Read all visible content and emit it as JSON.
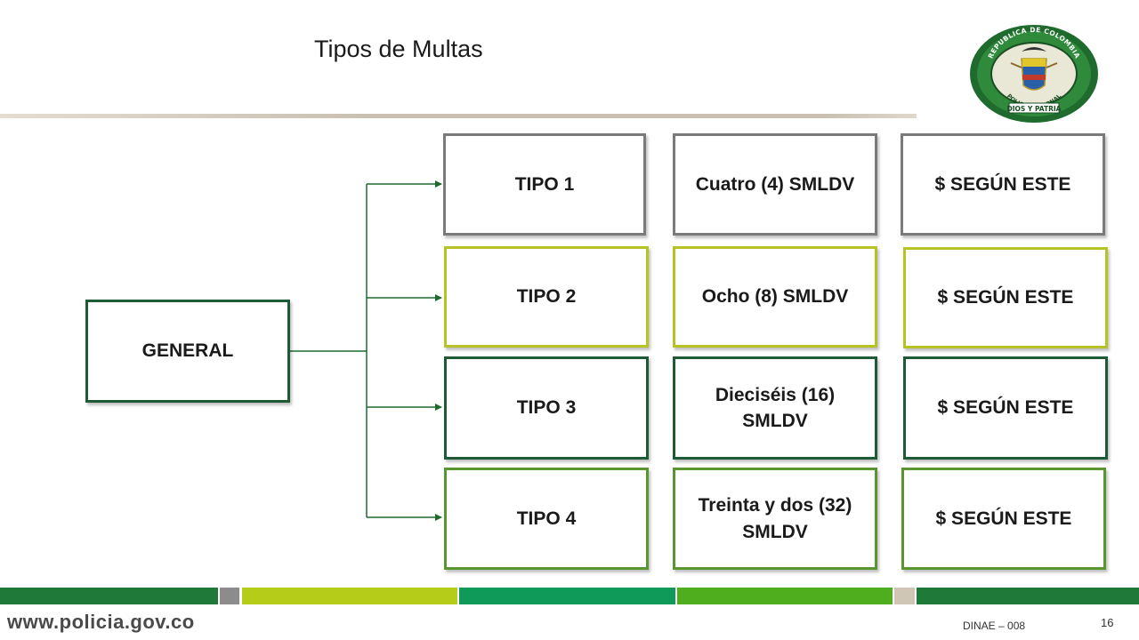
{
  "title": "Tipos de Multas",
  "root": {
    "label": "GENERAL"
  },
  "rows": [
    {
      "tipo": "TIPO 1",
      "amount": "Cuatro (4) SMLDV",
      "value": "$ SEGÚN ESTE"
    },
    {
      "tipo": "TIPO 2",
      "amount": "Ocho (8) SMLDV",
      "value": "$ SEGÚN ESTE"
    },
    {
      "tipo": "TIPO 3",
      "amount": "Dieciséis (16) SMLDV",
      "value": "$ SEGÚN ESTE"
    },
    {
      "tipo": "TIPO 4",
      "amount": "Treinta y dos (32) SMLDV",
      "value": "$ SEGÚN ESTE"
    }
  ],
  "footer": {
    "url": "www.policia.gov.co",
    "code": "DINAE – 008",
    "page": "16"
  },
  "seal_text": {
    "top": "REPUBLICA DE COLOMBIA",
    "middle": "POLICIA NACIONAL",
    "bottom": "DIOS Y PATRIA"
  },
  "colors": {
    "row1_border": "#7a7a7a",
    "row2_border": "#b5c424",
    "row3_border": "#1f5a36",
    "row4_border": "#5a9630",
    "connector": "#1f6b2e",
    "footer_bands": [
      "#1f7a3a",
      "#8c8c8c",
      "#b5cc18",
      "#0f9a5a",
      "#4fae1e",
      "#cfc6b6",
      "#1f7a3a"
    ]
  }
}
